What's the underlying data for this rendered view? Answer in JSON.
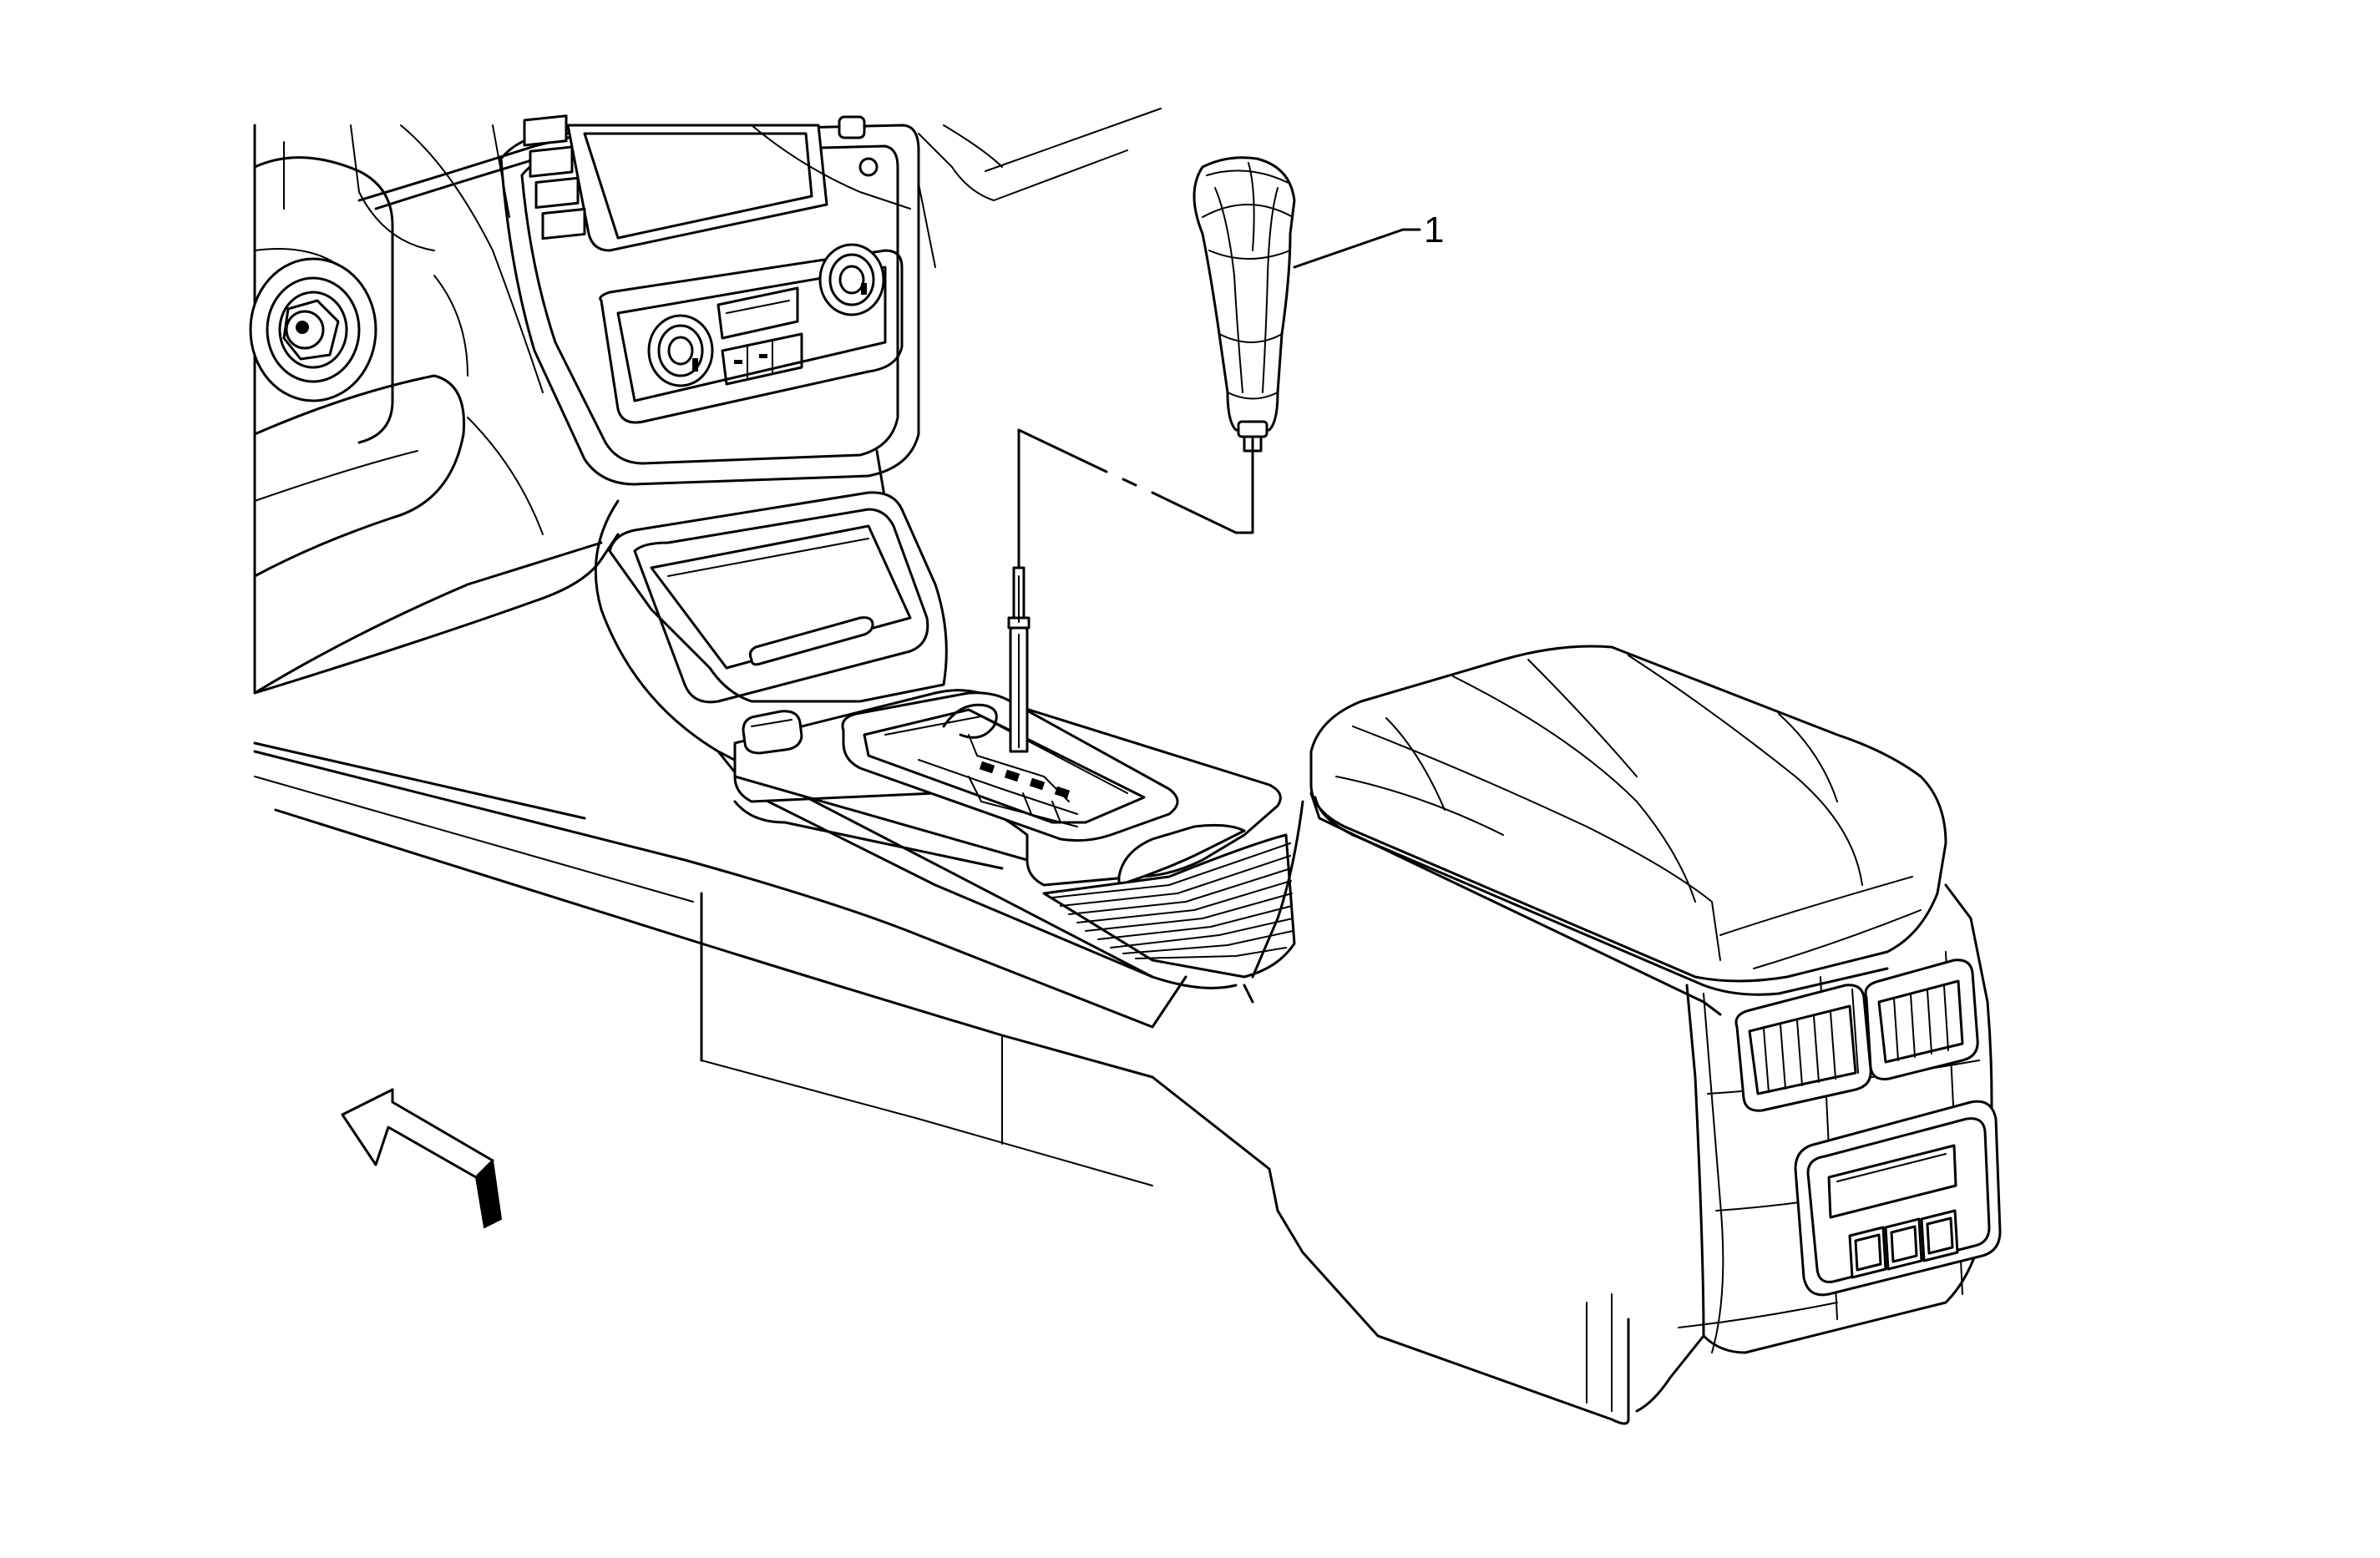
{
  "diagram": {
    "callouts": [
      {
        "id": "1",
        "label": "1",
        "part": "shift-knob"
      }
    ],
    "icons": {
      "orientation": "front-arrow-icon"
    }
  }
}
